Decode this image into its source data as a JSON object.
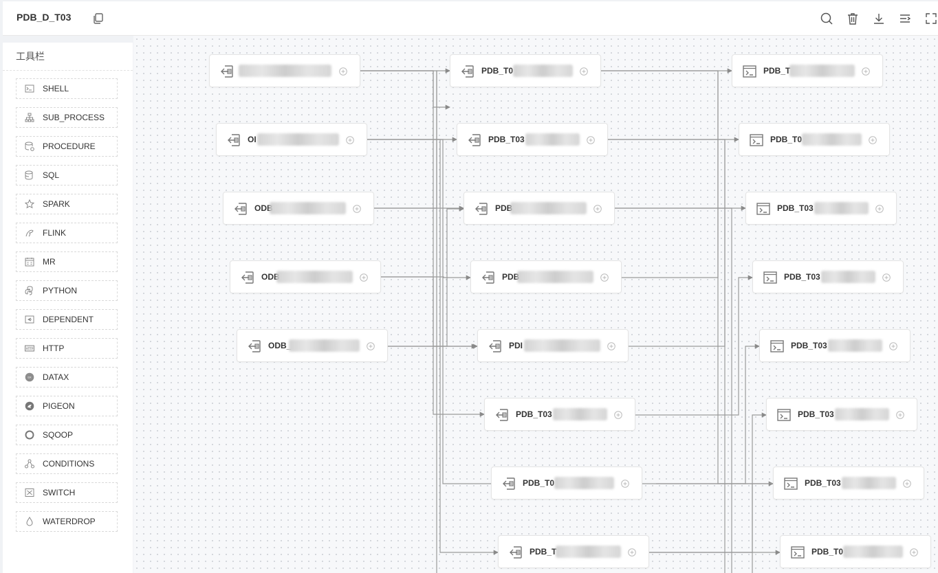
{
  "header": {
    "title": "PDB_D_T03",
    "icons": [
      "copy-icon",
      "search-icon",
      "trash-icon",
      "download-icon",
      "format-icon",
      "fullscreen-icon"
    ]
  },
  "sidebar": {
    "title": "工具栏",
    "items": [
      {
        "label": "SHELL",
        "icon": "shell-icon"
      },
      {
        "label": "SUB_PROCESS",
        "icon": "sub-process-icon"
      },
      {
        "label": "PROCEDURE",
        "icon": "procedure-icon"
      },
      {
        "label": "SQL",
        "icon": "sql-icon"
      },
      {
        "label": "SPARK",
        "icon": "spark-icon"
      },
      {
        "label": "FLINK",
        "icon": "flink-icon"
      },
      {
        "label": "MR",
        "icon": "mr-icon"
      },
      {
        "label": "PYTHON",
        "icon": "python-icon"
      },
      {
        "label": "DEPENDENT",
        "icon": "dependent-icon"
      },
      {
        "label": "HTTP",
        "icon": "http-icon"
      },
      {
        "label": "DATAX",
        "icon": "datax-icon"
      },
      {
        "label": "PIGEON",
        "icon": "pigeon-icon"
      },
      {
        "label": "SQOOP",
        "icon": "sqoop-icon"
      },
      {
        "label": "CONDITIONS",
        "icon": "conditions-icon"
      },
      {
        "label": "SWITCH",
        "icon": "switch-icon"
      },
      {
        "label": "WATERDROP",
        "icon": "waterdrop-icon"
      }
    ]
  },
  "nodes": {
    "col1": [
      {
        "label": "",
        "type": "dependent"
      },
      {
        "label": "OI",
        "type": "dependent"
      },
      {
        "label": "ODB",
        "type": "dependent"
      },
      {
        "label": "ODB",
        "type": "dependent"
      },
      {
        "label": "ODB_",
        "type": "dependent"
      }
    ],
    "col2": [
      {
        "label": "PDB_T0",
        "type": "dependent"
      },
      {
        "label": "PDB_T03",
        "type": "dependent"
      },
      {
        "label": "PDB",
        "type": "dependent"
      },
      {
        "label": "PDB",
        "type": "dependent"
      },
      {
        "label": "PDI",
        "type": "dependent"
      },
      {
        "label": "PDB_T03",
        "type": "dependent"
      },
      {
        "label": "PDB_T0",
        "type": "dependent"
      },
      {
        "label": "PDB_T",
        "type": "dependent"
      }
    ],
    "col3": [
      {
        "label": "PDB_T",
        "type": "shell"
      },
      {
        "label": "PDB_T0",
        "type": "shell"
      },
      {
        "label": "PDB_T03",
        "type": "shell"
      },
      {
        "label": "PDB_T03",
        "type": "shell"
      },
      {
        "label": "PDB_T03",
        "type": "shell"
      },
      {
        "label": "PDB_T03",
        "type": "shell"
      },
      {
        "label": "PDB_T03",
        "type": "shell"
      },
      {
        "label": "PDB_T0",
        "type": "shell"
      }
    ]
  }
}
